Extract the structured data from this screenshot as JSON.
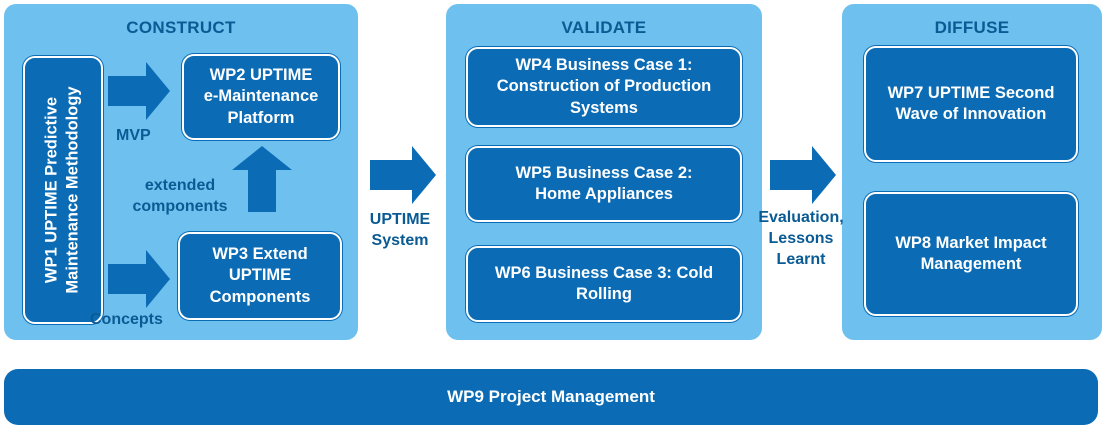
{
  "panels": {
    "construct": {
      "title": "CONSTRUCT"
    },
    "validate": {
      "title": "VALIDATE"
    },
    "diffuse": {
      "title": "DIFFUSE"
    }
  },
  "boxes": {
    "wp1": "WP1 UPTIME Predictive\nMaintenance Methodology",
    "wp2": "WP2 UPTIME\ne-Maintenance\nPlatform",
    "wp3": "WP3 Extend\nUPTIME\nComponents",
    "wp4": "WP4 Business Case 1:\nConstruction of Production\nSystems",
    "wp5": "WP5 Business Case 2:\nHome Appliances",
    "wp6": "WP6 Business Case 3: Cold\nRolling",
    "wp7": "WP7 UPTIME Second\nWave of Innovation",
    "wp8": "WP8 Market Impact\nManagement",
    "wp9": "WP9 Project Management"
  },
  "labels": {
    "mvp": "MVP",
    "extended_components": "extended\ncomponents",
    "concepts": "Concepts",
    "uptime_system": "UPTIME\nSystem",
    "evaluation": "Evaluation,\nLessons\nLearnt"
  },
  "colors": {
    "panel": "#6ec0ef",
    "box": "#0b6cb5",
    "title_text": "#0a5b93",
    "arrow": "#0b6cb5"
  }
}
